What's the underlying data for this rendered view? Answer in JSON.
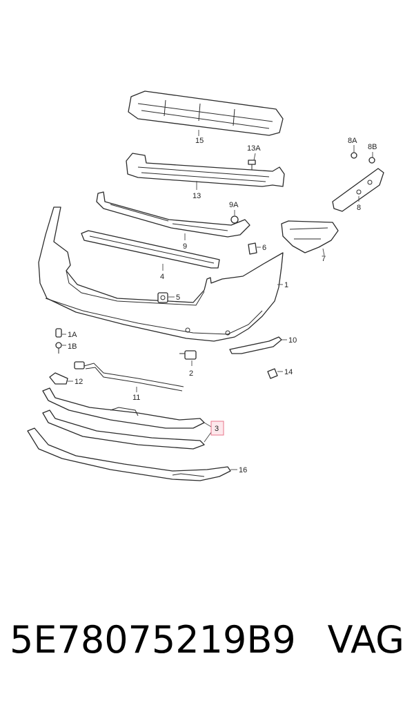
{
  "callouts": {
    "c1": "1",
    "c1A": "1A",
    "c1B": "1B",
    "c2": "2",
    "c3": "3",
    "c4": "4",
    "c5": "5",
    "c6": "6",
    "c7": "7",
    "c8": "8",
    "c8A": "8A",
    "c8B": "8B",
    "c9": "9",
    "c9A": "9A",
    "c10": "10",
    "c11": "11",
    "c12": "12",
    "c13": "13",
    "c13A": "13A",
    "c14": "14",
    "c15": "15",
    "c16": "16"
  },
  "highlighted_callout": "3",
  "colors": {
    "line": "#2a2a2a",
    "highlight_fill": "#fde8ec",
    "highlight_stroke": "#e8758a",
    "text": "#000000"
  },
  "footer": {
    "part_number": "5E78075219B9",
    "brand": "VAG"
  }
}
